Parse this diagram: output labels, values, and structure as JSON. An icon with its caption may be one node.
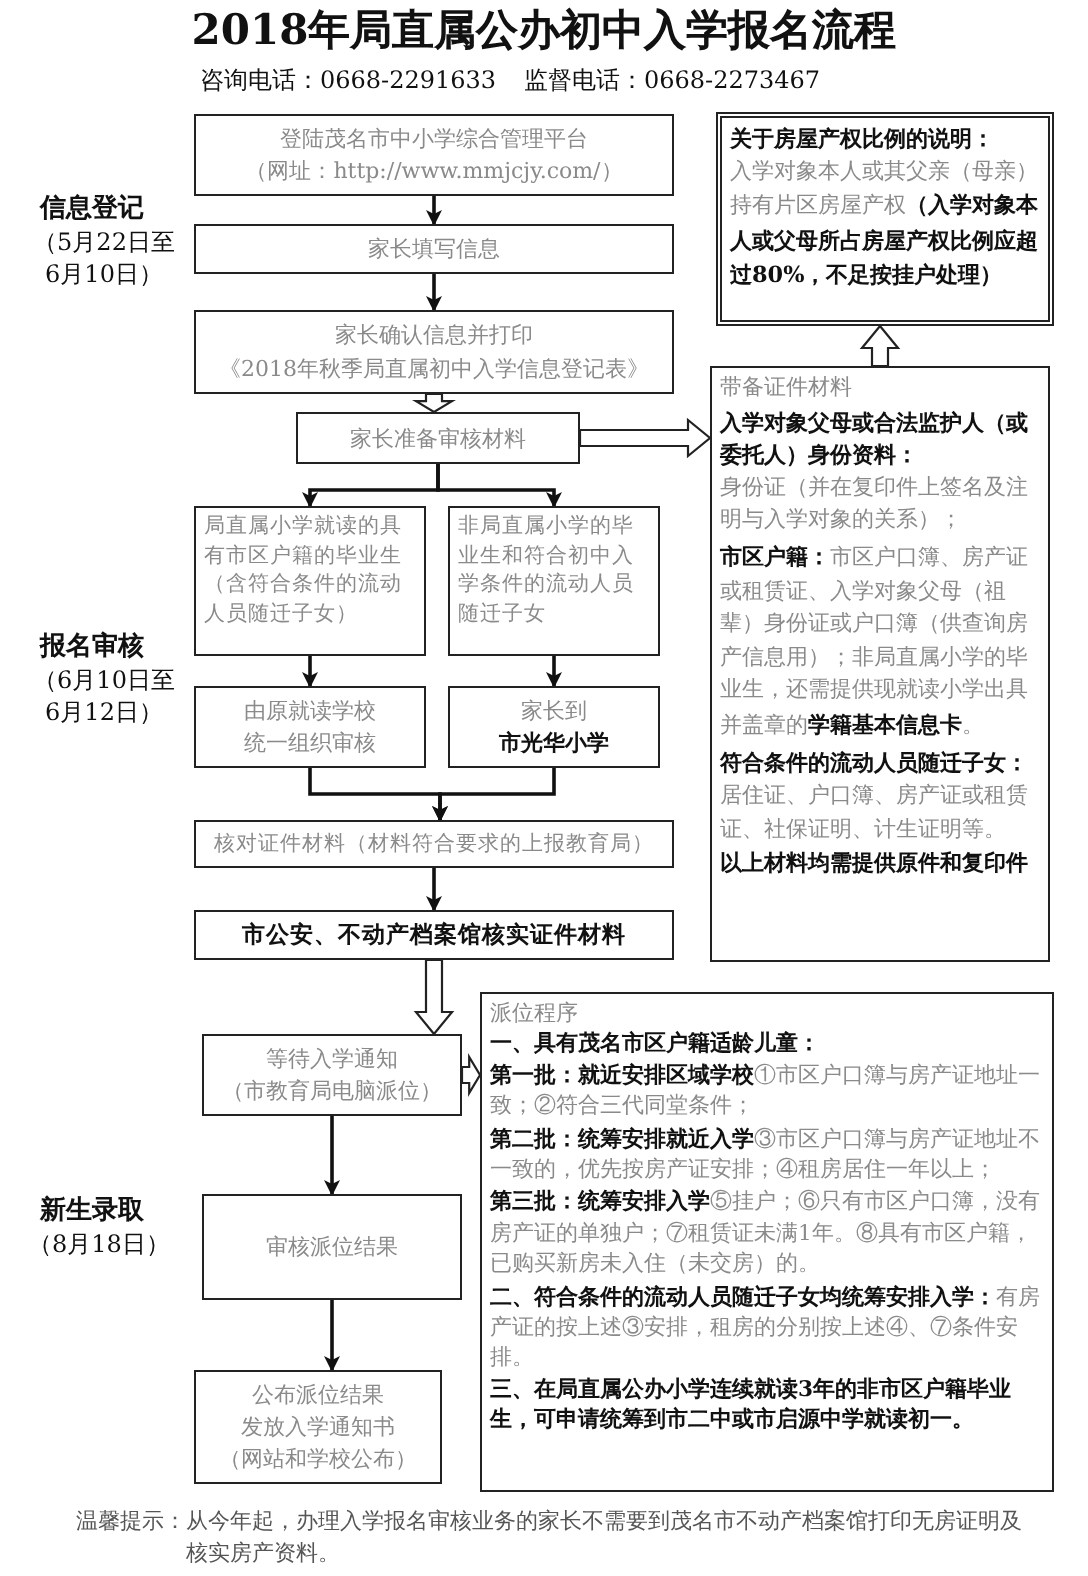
{
  "diagram": {
    "title": "2018年局直属公办初中入学报名流程",
    "nodes": [
      {
        "text": [
          "登陆茂名市中小学综合管理平台",
          "（网址：http://www.mmjcjy.com/）"
        ]
      },
      {
        "text": [
          "家长填写信息"
        ]
      },
      {
        "text": [
          "家长确认信息并打印",
          "《2018年秋季局直属初中入学信息登记表》"
        ]
      },
      {
        "text": [
          "家长准备审核材料"
        ]
      },
      {
        "text": [
          "带备证件材料",
          "入学对象父母或合法监护人（或委托人）身份资料：",
          "身份证（并在复印件上签名及注明与入学对象的关系）；",
          "**市区户籍：**市区户口簿、房产证或租赁证、入学对象父母（祖辈）身份证或户口簿（供查询房产信息用）；非局直属小学的毕业生，还需提供现就读小学出具并盖章的**学籍基本信息卡**。",
          "**符合条件的流动人员随迁子女：**居住证、户口簿、房产证或租赁证、社保证明、计生证明等。",
          "以上材料均需提供原件和复印件"
        ]
      },
      {
        "text": [
          "关于房屋产权比例的说明：",
          "入学对象本人或其父亲（母亲）持有片区房屋产权**（入学对象本人或父母所占房屋产权比例应超过80%，不足按挂户处理）**"
        ]
      },
      {
        "text": [
          "局直属小学就读的具有市区户籍的毕业生（含符合条件的流动人员随迁子女）"
        ]
      },
      {
        "text": [
          "非局直属小学的毕业生和符合初中入学条件的流动人员随迁子女"
        ]
      },
      {
        "text": [
          "由原就读学校统一组织审核"
        ]
      },
      {
        "text": [
          "家长到**市光华小学**"
        ]
      },
      {
        "text": [
          "核对证件材料（材料符合要求的上报教育局）"
        ]
      },
      {
        "text": [
          "市公安、不动产档案馆核实证件材料"
        ]
      },
      {
        "text": [
          "等待入学通知",
          "（市教育局电脑派位）"
        ]
      },
      {
        "text": [
          "派位程序",
          "一、具有茂名市区户籍适龄儿童：",
          "**第一批：就近安排区域学校**①市区户口簿与房产证地址一致；②符合三代同堂条件；",
          "**第二批：统筹安排就近入学**③市区户口簿与房产证地址不一致的，优先按房产证安排；④租房居住一年以上；",
          "**第三批：统筹安排入学**⑤挂户；⑥只有市区户口簿，没有房产证的单独户；⑦租赁证未满1年。⑧具有市区户籍，已购买新房未入住（未交房）的。",
          "**二、符合条件的流动人员随迁子女均统筹安排入学：**有房产证的按上述③安排，租房的分别按上述④、⑦条件安排。",
          "三、在局直属公办小学连续就读3年的非市区户籍毕业生，可申请统筹到市二中或市启源中学就读初一。"
        ]
      },
      {
        "text": [
          "审核派位结果"
        ]
      },
      {
        "text": [
          "公布派位结果",
          "发放入学通知书",
          "（网站和学校公布）"
        ]
      }
    ],
    "edges": [
      {
        "from": 0,
        "to": 1,
        "arrow": "to"
      },
      {
        "from": 1,
        "to": 2,
        "arrow": "to"
      },
      {
        "from": 2,
        "to": 3,
        "arrow": "to",
        "style": "thick"
      },
      {
        "from": 3,
        "to": 4,
        "arrow": "to",
        "style": "thick"
      },
      {
        "from": 4,
        "to": 5,
        "arrow": "to",
        "style": "thick"
      },
      {
        "from": 3,
        "to": 6,
        "arrow": "to"
      },
      {
        "from": 3,
        "to": 7,
        "arrow": "to"
      },
      {
        "from": 6,
        "to": 8,
        "arrow": "to"
      },
      {
        "from": 7,
        "to": 9,
        "arrow": "to"
      },
      {
        "from": 8,
        "to": 10,
        "arrow": "to"
      },
      {
        "from": 9,
        "to": 10,
        "arrow": "to"
      },
      {
        "from": 10,
        "to": 11,
        "arrow": "to"
      },
      {
        "from": 11,
        "to": 12,
        "arrow": "to",
        "style": "thick"
      },
      {
        "from": 12,
        "to": 13,
        "arrow": "to",
        "style": "thick"
      },
      {
        "from": 12,
        "to": 14,
        "arrow": "to"
      },
      {
        "from": 14,
        "to": 15,
        "arrow": "to"
      }
    ],
    "labels": [
      "咨询电话：0668-2291633",
      "监督电话：0668-2273467",
      "信息登记",
      "（5月22日至6月10日）",
      "报名审核",
      "（6月10日至6月12日）",
      "新生录取",
      "（8月18日）",
      "温馨提示：",
      "从今年起，办理入学报名审核业务的家长不需要到茂名市不动产档案馆打印无房证明及核实房产资料。"
    ]
  }
}
